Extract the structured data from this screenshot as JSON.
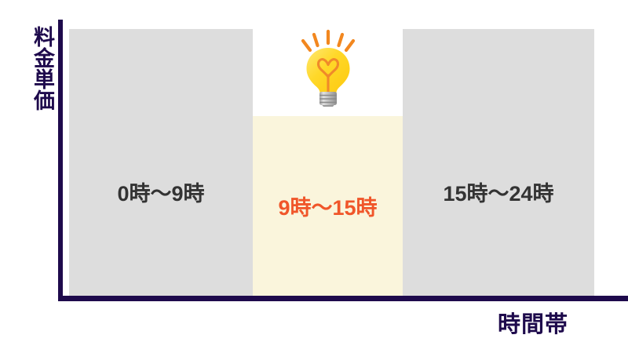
{
  "chart_data": {
    "type": "bar",
    "title": "",
    "xlabel": "時間帯",
    "ylabel": "料金単価",
    "categories": [
      "0時〜9時",
      "9時〜15時",
      "15時〜24時"
    ],
    "values": [
      100,
      67,
      100
    ],
    "ylim": [
      0,
      100
    ],
    "grid": false,
    "legend": null,
    "series": [
      {
        "name": "料金単価",
        "values": [
          100,
          67,
          100
        ]
      }
    ],
    "annotations": [
      {
        "name": "lightbulb-icon",
        "category": "9時〜15時",
        "meaning": "お得・省エネ"
      }
    ],
    "bar_colors": [
      "#dddddd",
      "#faf5dc",
      "#dddddd"
    ],
    "label_colors": [
      "#333333",
      "#f0562a",
      "#333333"
    ]
  },
  "axes": {
    "y_title": "料金単価",
    "x_title": "時間帯",
    "axis_color": "#1e0a4c"
  },
  "bars": [
    {
      "id": "morning",
      "label": "0時〜9時",
      "fill": "#dddddd",
      "label_color": "#333333"
    },
    {
      "id": "daytime",
      "label": "9時〜15時",
      "fill": "#faf5dc",
      "label_color": "#f0562a"
    },
    {
      "id": "evening",
      "label": "15時〜24時",
      "fill": "#dddddd",
      "label_color": "#333333"
    }
  ],
  "icons": {
    "lightbulb": {
      "name": "lightbulb-icon",
      "bulb_color": "#ffd426",
      "bulb_highlight": "#ffe76b",
      "filament_color": "#f08a2a",
      "base_color": "#bdbdbd",
      "ray_color": "#f28a20"
    }
  },
  "colors": {
    "background": "#ffffff",
    "navy": "#1e0a4c",
    "gray_bar": "#dddddd",
    "cream_bar": "#faf5dc",
    "accent_orange": "#f0562a",
    "dark_text": "#333333"
  }
}
